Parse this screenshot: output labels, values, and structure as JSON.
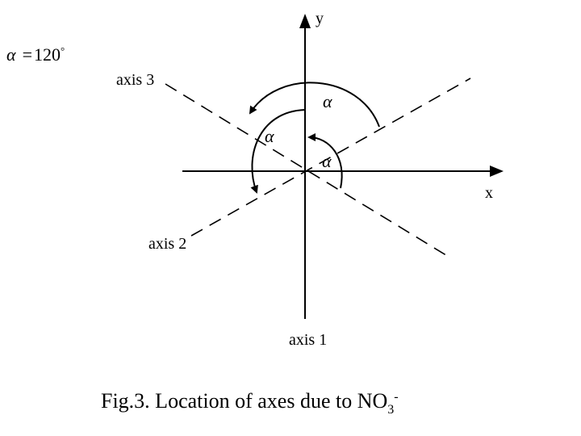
{
  "angle_note": {
    "symbol": "α",
    "equals": "=",
    "value": "120",
    "unit": "°"
  },
  "axis_labels": {
    "y": "y",
    "x": "x",
    "axis1": "axis 1",
    "axis2": "axis 2",
    "axis3": "axis 3"
  },
  "angle_marks": [
    "α",
    "α",
    "α"
  ],
  "caption": {
    "text": "Fig.3.  Location  of  axes  due  to  NO",
    "subscript": "3",
    "superscript": "-"
  }
}
